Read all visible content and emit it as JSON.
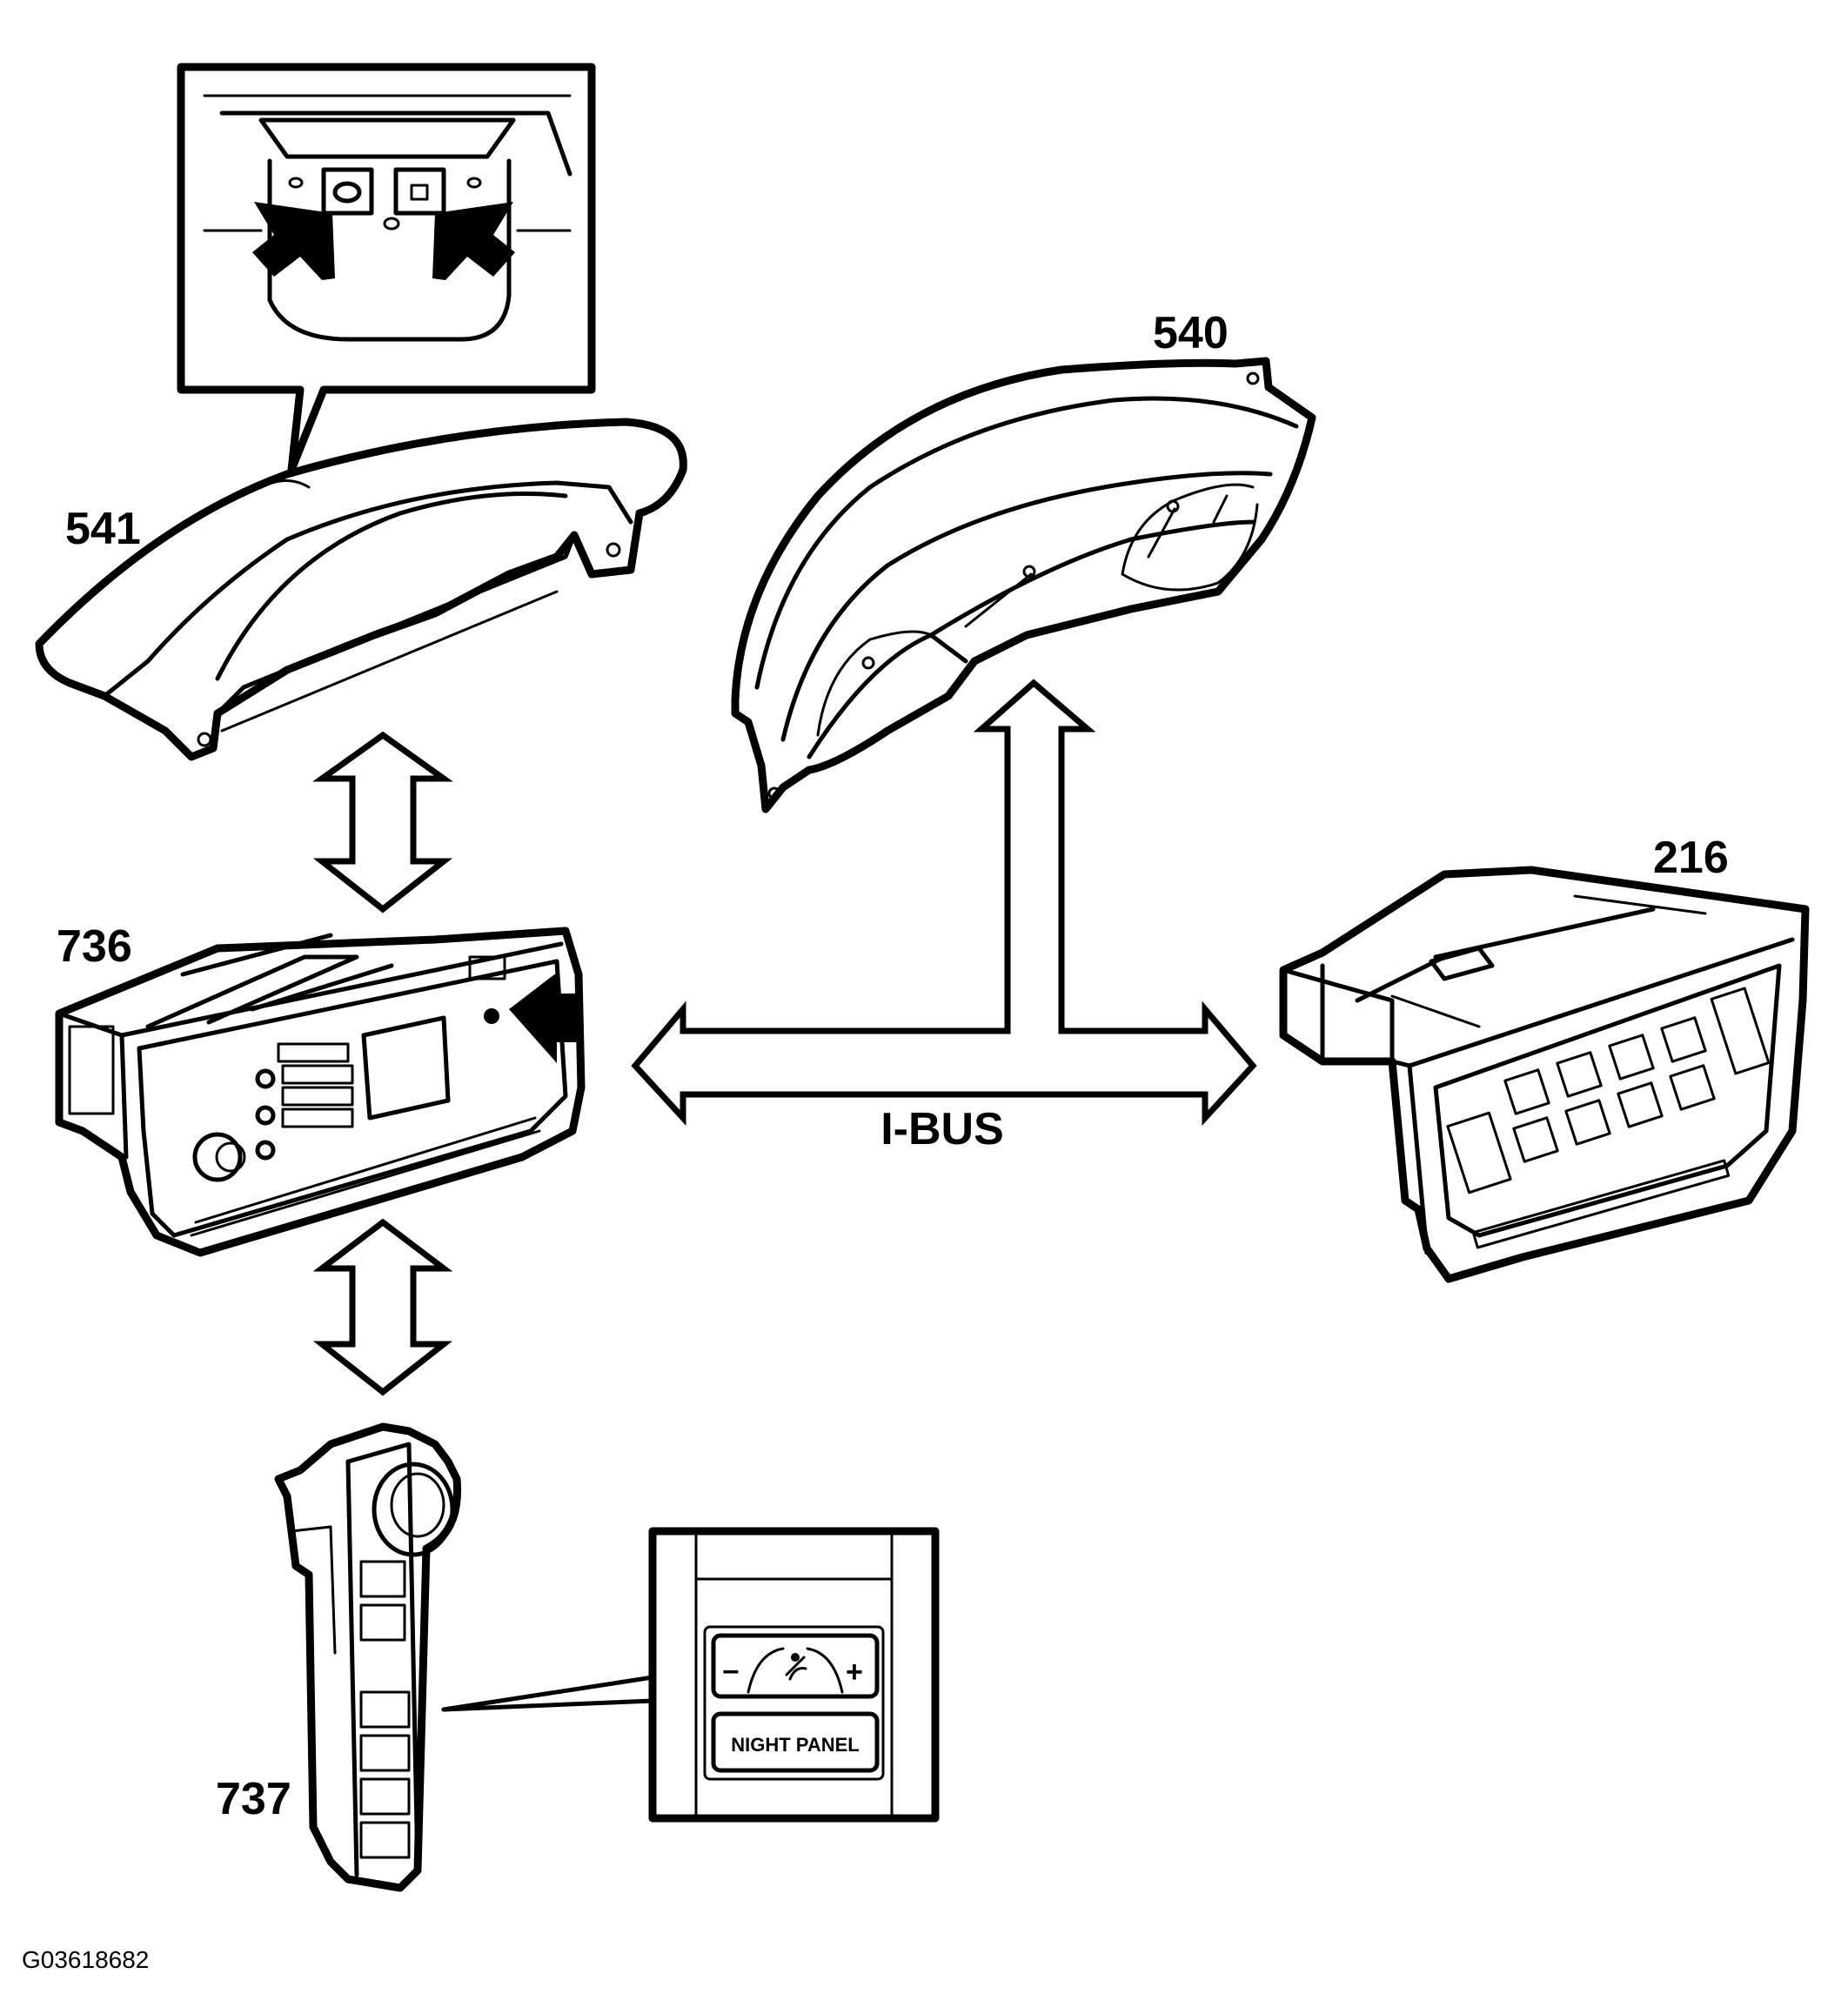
{
  "labels": {
    "instrument_panel_541": "541",
    "instrument_cluster_540": "540",
    "control_unit_736": "736",
    "climate_control_216": "216",
    "switch_panel_737": "737"
  },
  "bus_label": "I-BUS",
  "detail_inset": {
    "minus": "−",
    "plus": "+",
    "night_panel_button": "NIGHT PANEL"
  },
  "figure_id": "G03618682",
  "colors": {
    "line": "#000000",
    "background": "#ffffff"
  }
}
